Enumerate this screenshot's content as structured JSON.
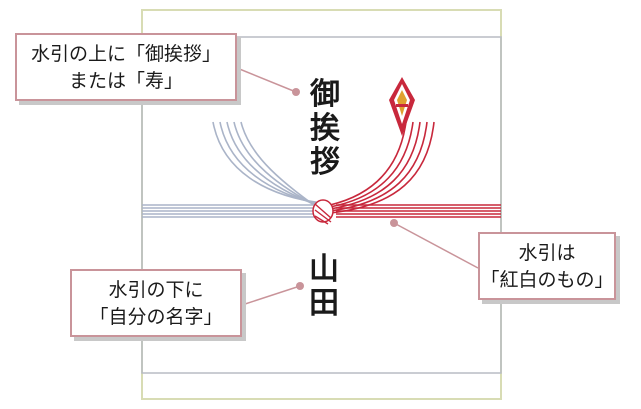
{
  "envelope": {
    "greeting_chars": [
      "御",
      "挨",
      "拶"
    ],
    "name_chars": [
      "山",
      "田"
    ]
  },
  "callouts": {
    "top": {
      "line1": "水引の上に「御挨拶」",
      "line2": "または「寿」"
    },
    "bottom": {
      "line1": "水引の下に",
      "line2": "「自分の名字」"
    },
    "right": {
      "line1": "水引は",
      "line2": "「紅白のもの」"
    }
  },
  "colors": {
    "red_cord": "#c8283c",
    "white_cord": "#aab4c8",
    "callout_border": "#c9949a",
    "frame_border": "#d8dcb4"
  }
}
